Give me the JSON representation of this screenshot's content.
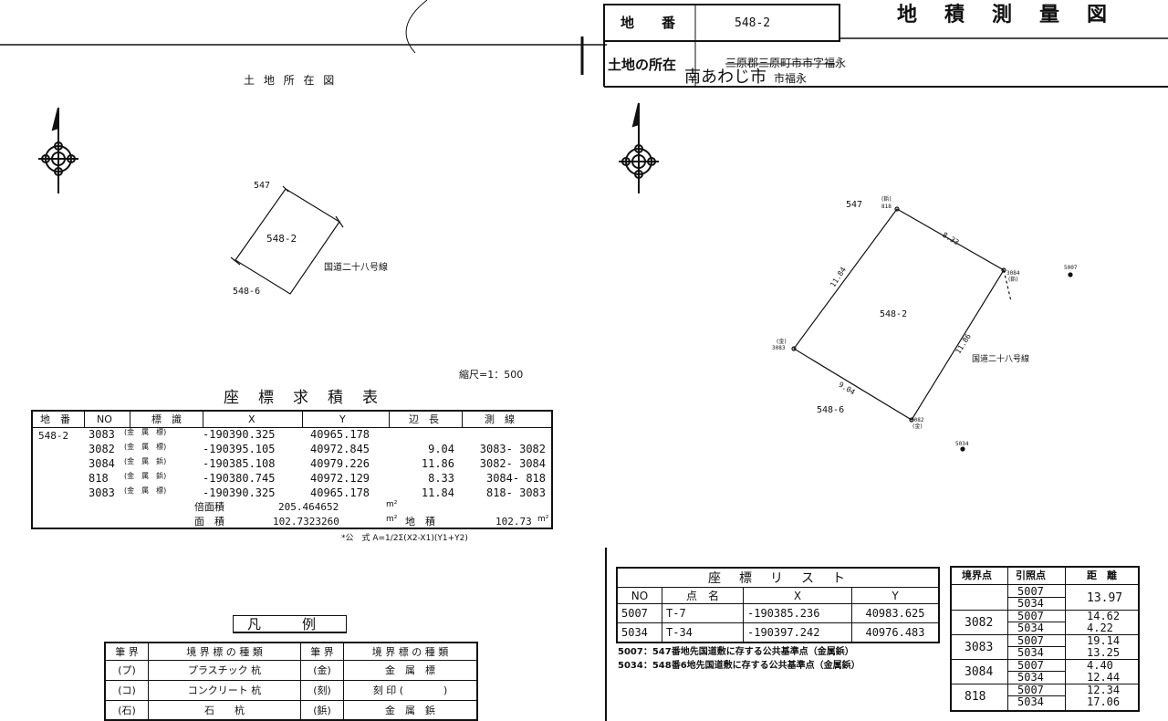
{
  "header": {
    "chiban_label": "地　　番",
    "chiban_value": "548-2",
    "title": "地　積　測　量　図",
    "location_label": "土地の所在",
    "location_struck": "三原郡三原町市市字福永",
    "location_new": "南あわじ市",
    "location_new2": "市福永"
  },
  "location_map": {
    "title": "土 地 所 在 図",
    "parcel": "548-2",
    "north_parcel": "547",
    "south_parcel": "548-6",
    "road": "国道二十八号線",
    "scale": "縮尺=1：500"
  },
  "area_table": {
    "title": "座　標　求　積　表",
    "headers": [
      "地　番",
      "NO",
      "標　識",
      "X",
      "Y",
      "辺　長",
      "測　線"
    ],
    "parcel": "548-2",
    "rows": [
      {
        "no": "3083",
        "mark": "(金　属　標)",
        "x": "-190390.325",
        "y": "40965.178",
        "len": "",
        "line": ""
      },
      {
        "no": "3082",
        "mark": "(金　属　標)",
        "x": "-190395.105",
        "y": "40972.845",
        "len": "9.04",
        "line": "3083- 3082"
      },
      {
        "no": "3084",
        "mark": "(金　属　鋲)",
        "x": "-190385.108",
        "y": "40979.226",
        "len": "11.86",
        "line": "3082- 3084"
      },
      {
        "no": "818",
        "mark": "(金　属　鋲)",
        "x": "-190380.745",
        "y": "40972.129",
        "len": "8.33",
        "line": "3084- 818"
      },
      {
        "no": "3083",
        "mark": "(金　属　標)",
        "x": "-190390.325",
        "y": "40965.178",
        "len": "11.84",
        "line": "818- 3083"
      }
    ],
    "double_area_label": "倍面積",
    "double_area_value": "205.464652",
    "area_label": "面　積",
    "area_value": "102.7323260",
    "unit": "m²",
    "chiseki_label": "地　積",
    "chiseki_value": "102.73",
    "formula": "*公　式 A=1/2Σ(X2-X1)(Y1+Y2)"
  },
  "legend": {
    "title": "凡　　　例",
    "headers": [
      "筆 界",
      "境 界 標 の 種 類",
      "筆 界",
      "境 界 標 の 種 類"
    ],
    "rows": [
      [
        "(プ)",
        "プラスチック 杭",
        "(金)",
        "金　属　標"
      ],
      [
        "(コ)",
        "コンクリート 杭",
        "(刻)",
        "刻 印 (　　　　)"
      ],
      [
        "(石)",
        "石　　杭",
        "(鋲)",
        "金　属　鋲"
      ]
    ]
  },
  "survey_map": {
    "parcel": "548-2",
    "north_parcel": "547",
    "south_parcel": "548-6",
    "road": "国道二十八号線",
    "points": {
      "p818": "818",
      "p818_mark": "(鋲)",
      "p3084": "3084",
      "p3084_mark": "(鋲)",
      "p3083": "3083",
      "p3083_mark": "(金)",
      "p3082": "3082",
      "p3082_mark": "(金)",
      "p5007": "5007",
      "p5034": "5034"
    },
    "edges": {
      "e_818_3084": "8.33",
      "e_3084_3082": "11.86",
      "e_3082_3083": "9.04",
      "e_3083_818": "11.84"
    }
  },
  "coord_list": {
    "title": "座　標　リ　ス　ト",
    "headers": [
      "NO",
      "点　名",
      "X",
      "Y"
    ],
    "rows": [
      {
        "no": "5007",
        "name": "T-7",
        "x": "-190385.236",
        "y": "40983.625"
      },
      {
        "no": "5034",
        "name": "T-34",
        "x": "-190397.242",
        "y": "40976.483"
      }
    ],
    "note1": "5007：547番地先国道敷に存する公共基準点（金属鋲）",
    "note2": "5034：548番6地先国道敷に存する公共基準点（金属鋲）"
  },
  "distance_table": {
    "headers": [
      "境界点",
      "引照点",
      "距　離"
    ],
    "rows": [
      {
        "pt": "",
        "refs": [
          "5007",
          "5034"
        ],
        "dist": "13.97",
        "dists": []
      },
      {
        "pt": "3082",
        "refs": [
          "5007",
          "5034"
        ],
        "dist": "",
        "dists": [
          "14.62",
          "4.22"
        ]
      },
      {
        "pt": "3083",
        "refs": [
          "5007",
          "5034"
        ],
        "dist": "",
        "dists": [
          "19.14",
          "13.25"
        ]
      },
      {
        "pt": "3084",
        "refs": [
          "5007",
          "5034"
        ],
        "dist": "",
        "dists": [
          "4.40",
          "12.44"
        ]
      },
      {
        "pt": "818",
        "refs": [
          "5007",
          "5034"
        ],
        "dist": "",
        "dists": [
          "12.34",
          "17.06"
        ]
      }
    ]
  }
}
